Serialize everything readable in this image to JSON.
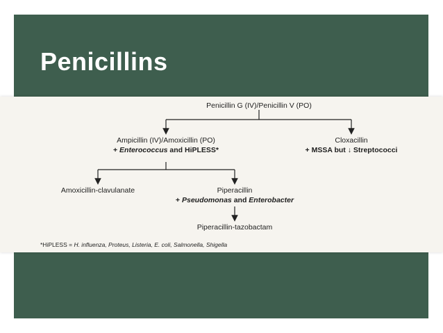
{
  "slide": {
    "title": "Penicillins",
    "colors": {
      "slide_bg": "#3e5e4e",
      "figure_bg": "#f6f4ef",
      "line": "#222222"
    }
  },
  "diagram": {
    "root": "Penicillin G (IV)/Penicillin V (PO)",
    "ampicillin": {
      "name": "Ampicillin (IV)/Amoxicillin (PO)",
      "coverage_prefix": "+ ",
      "coverage_italic": "Enterococcus",
      "coverage_suffix": " and HiPLESS*"
    },
    "cloxacillin": {
      "name": "Cloxacillin",
      "coverage_prefix": "+ MSSA but ",
      "arrow": "↓",
      "coverage_suffix": " Streptococci"
    },
    "amox_clav": "Amoxicillin-clavulanate",
    "piperacillin": {
      "name": "Piperacillin",
      "coverage_prefix": "+ ",
      "italic_1": "Pseudomonas",
      "and": " and ",
      "italic_2": "Enterobacter"
    },
    "pip_tazo": "Piperacillin-tazobactam",
    "footnote": {
      "prefix": "*HiPLESS = ",
      "organisms": "H. influenza, Proteus, Listeria, E. coli, Salmonella, Shigella"
    }
  }
}
